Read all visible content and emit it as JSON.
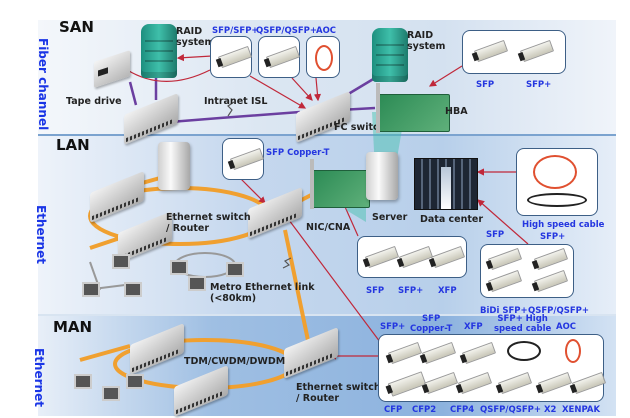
{
  "sections": [
    {
      "id": "san",
      "title": "SAN",
      "side_label": "Fiber channel"
    },
    {
      "id": "lan",
      "title": "LAN",
      "side_label": "Ethernet"
    },
    {
      "id": "man",
      "title": "MAN",
      "side_label": "Ethernet"
    }
  ],
  "san": {
    "nodes": {
      "raid_left": "RAID\nsystem",
      "raid_right": "RAID\nsystem",
      "tape_drive": "Tape drive",
      "intranet_isl": "Intranet ISL",
      "fc_switch": "FC switch",
      "hba": "HBA"
    },
    "module_groups": {
      "sfp_sfpplus": "SFP/SFP+",
      "qsfp": "QSFP/QSFP+",
      "aoc": "AOC",
      "right_box": [
        "SFP",
        "SFP+"
      ]
    }
  },
  "lan": {
    "nodes": {
      "sfp_copper": "SFP Copper-T",
      "ethernet_switch": "Ethernet switch\n/ Router",
      "nic_cna": "NIC/CNA",
      "server": "Server",
      "data_center": "Data center",
      "metro_link": "Metro Ethernet link\n(<80km)"
    },
    "module_groups": {
      "high_speed_cable": "High speed cable",
      "center_box": [
        "SFP",
        "SFP+",
        "XFP"
      ],
      "right_top_labels": [
        "SFP",
        "SFP+"
      ],
      "right_box": [
        "BiDi SFP+",
        "QSFP/QSFP+"
      ]
    }
  },
  "man": {
    "nodes": {
      "tdm": "TDM/CWDM/DWDM",
      "ethernet_switch": "Ethernet switch\n/ Router"
    },
    "module_box": {
      "top_labels": [
        "SFP+",
        "SFP\nCopper-T",
        "XFP",
        "SFP+ High\nspeed cable",
        "AOC"
      ],
      "bottom_labels": [
        "CFP",
        "CFP2",
        "CFP4",
        "QSFP/QSFP+",
        "X2",
        "XENPAK"
      ]
    }
  },
  "colors": {
    "label_blue": "#2436e0",
    "link_orange": "#f0a030",
    "link_purple": "#6b3fa0",
    "arrow_red": "#c0283a"
  }
}
